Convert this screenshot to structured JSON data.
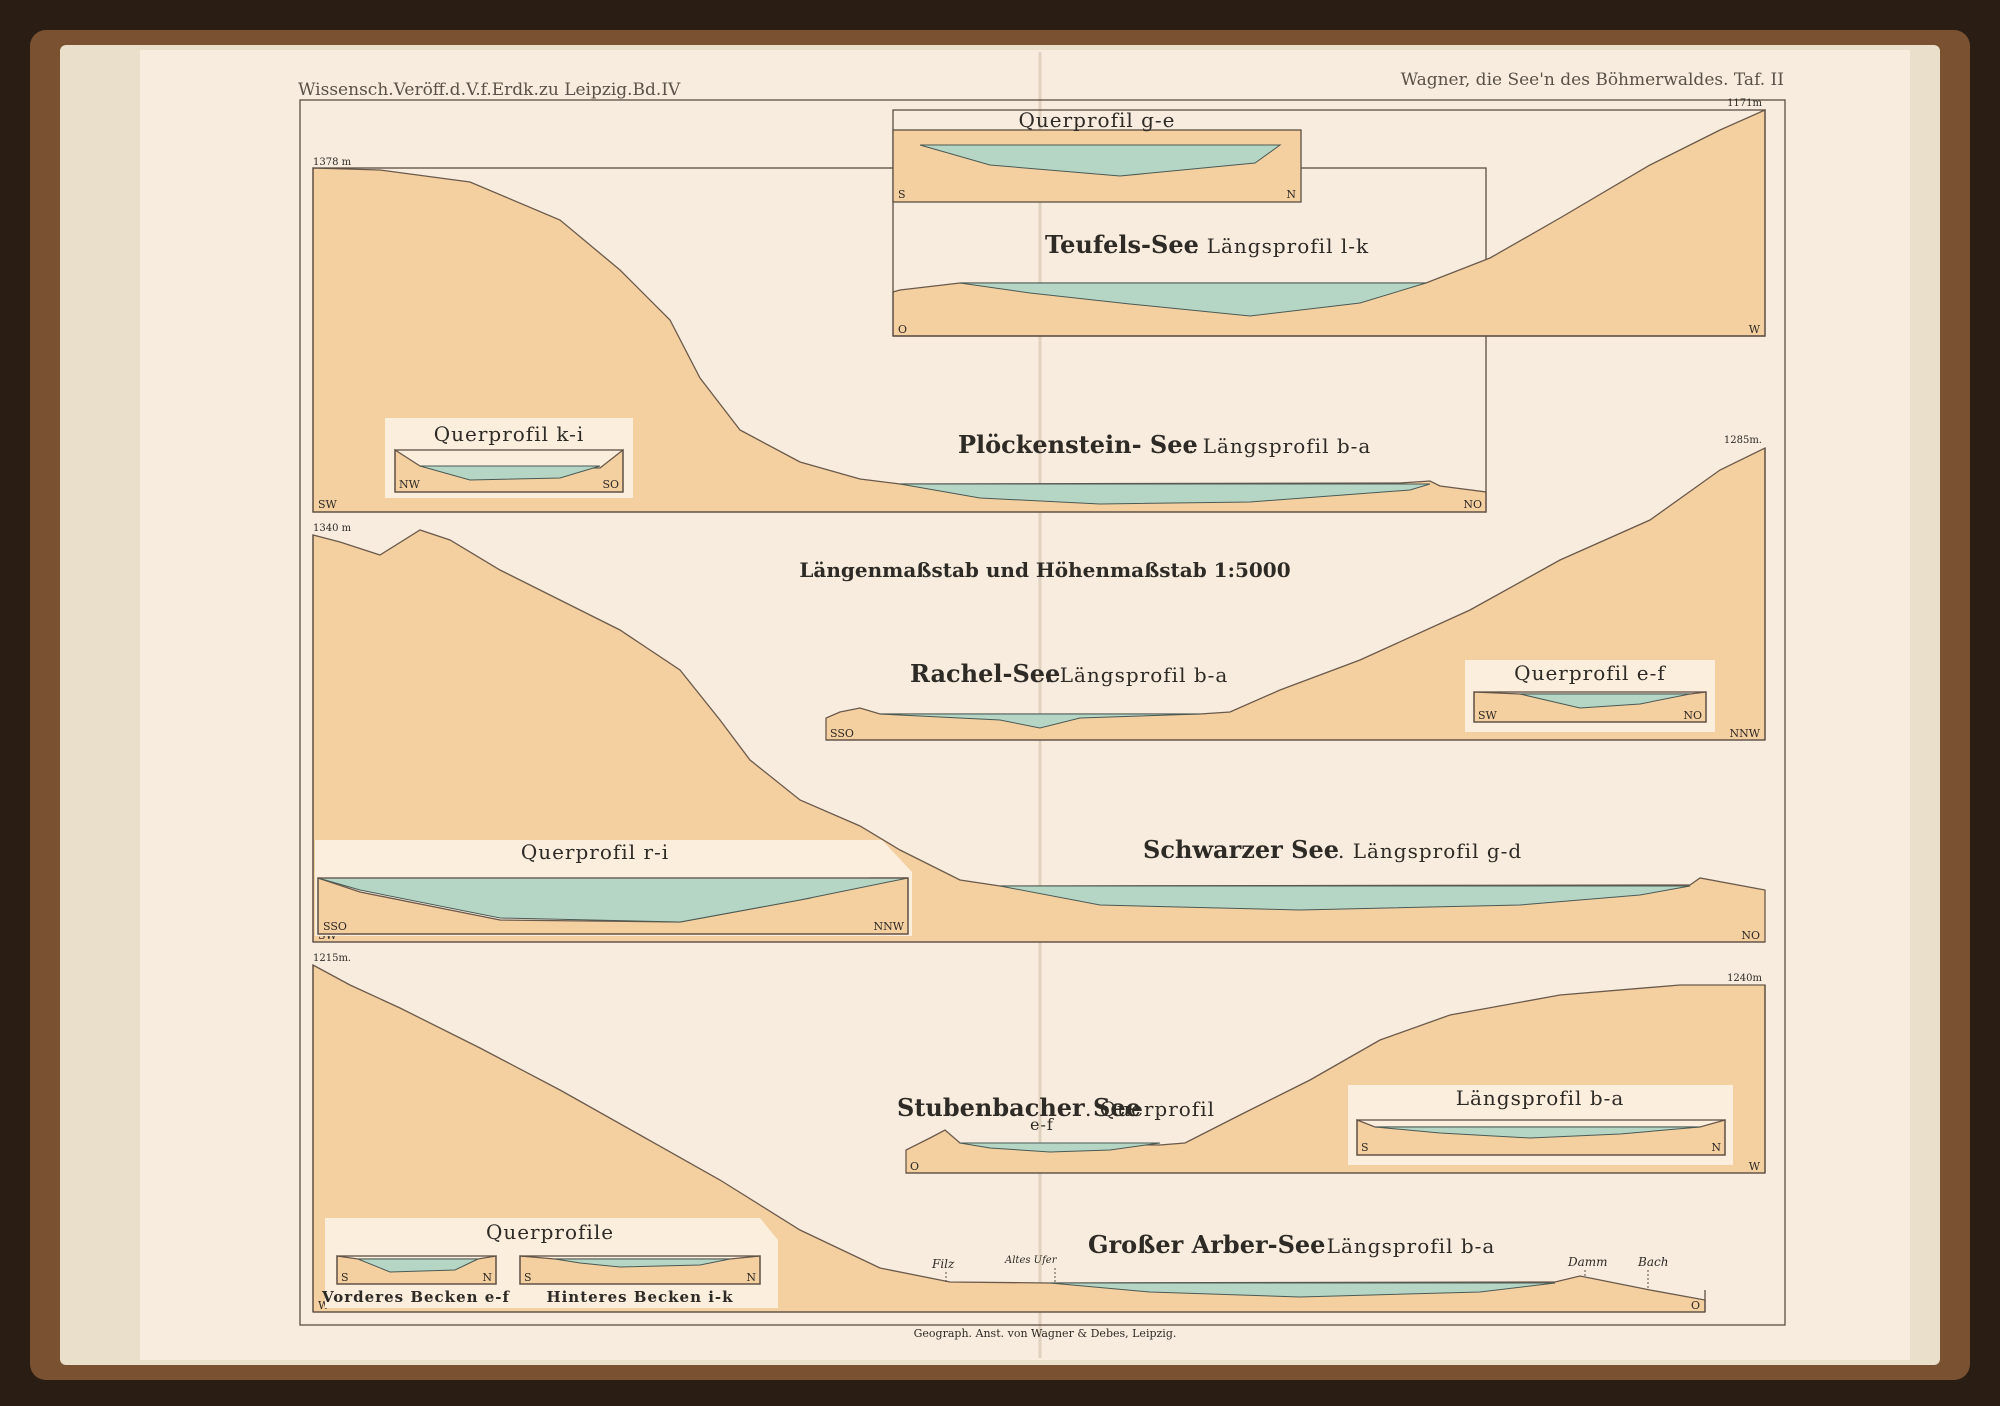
{
  "header": {
    "left": "Wissensch.Veröff.d.V.f.Erdk.zu Leipzig.Bd.IV",
    "right": "Wagner, die See'n des Böhmerwaldes. Taf. II"
  },
  "scale_note": "Längenmaßstab und Höhenmaßstab 1:5000",
  "footer": "Geograph. Anst. von Wagner & Debes, Leipzig.",
  "profiles": {
    "teufels": {
      "name": "Teufels-See",
      "subtitle": ". Längsprofil l-k",
      "elevation": "1171m",
      "dir_left": "O",
      "dir_right": "W",
      "inset": {
        "title": "Querprofil g-e",
        "dir_left": "S",
        "dir_right": "N"
      }
    },
    "ploeckenstein": {
      "name": "Plöckenstein- See",
      "subtitle": ". Längsprofil b-a",
      "elevation": "1378 m",
      "dir_left": "SW",
      "dir_right": "NO",
      "inset": {
        "title": "Querprofil k-i",
        "dir_left": "NW",
        "dir_right": "SO"
      }
    },
    "rachel": {
      "name": "Rachel-See",
      "subtitle": ". Längsprofil b-a",
      "elevation": "1285m.",
      "dir_left": "SSO",
      "dir_right": "NNW",
      "inset": {
        "title": "Querprofil e-f",
        "dir_left": "SW",
        "dir_right": "NO"
      }
    },
    "schwarzer": {
      "name": "Schwarzer See",
      "subtitle": ". Längsprofil g-d",
      "elevation": "1340 m",
      "dir_left": "SW",
      "dir_right": "NO",
      "inset": {
        "title": "Querprofil r-i",
        "dir_left": "SSO",
        "dir_right": "NNW"
      }
    },
    "stubenbacher": {
      "name": "Stubenbacher See",
      "subtitle": ". Querprofil",
      "subtitle2": "e-f",
      "elevation": "1240m",
      "dir_left": "O",
      "dir_right": "W",
      "inset": {
        "title": "Längsprofil b-a",
        "dir_left": "S",
        "dir_right": "N"
      }
    },
    "arber": {
      "name": "Großer Arber-See",
      "subtitle": ". Längsprofil b-a",
      "elevation": "1215m.",
      "dir_left": "W",
      "dir_right": "O",
      "markers": [
        "Filz",
        "Altes Ufer",
        "Damm",
        "Bach"
      ],
      "inset": {
        "title": "Querprofile",
        "left_caption": "Vorderes Becken e-f",
        "right_caption": "Hinteres Becken i-k",
        "dir_left": "S",
        "dir_right": "N"
      }
    }
  }
}
